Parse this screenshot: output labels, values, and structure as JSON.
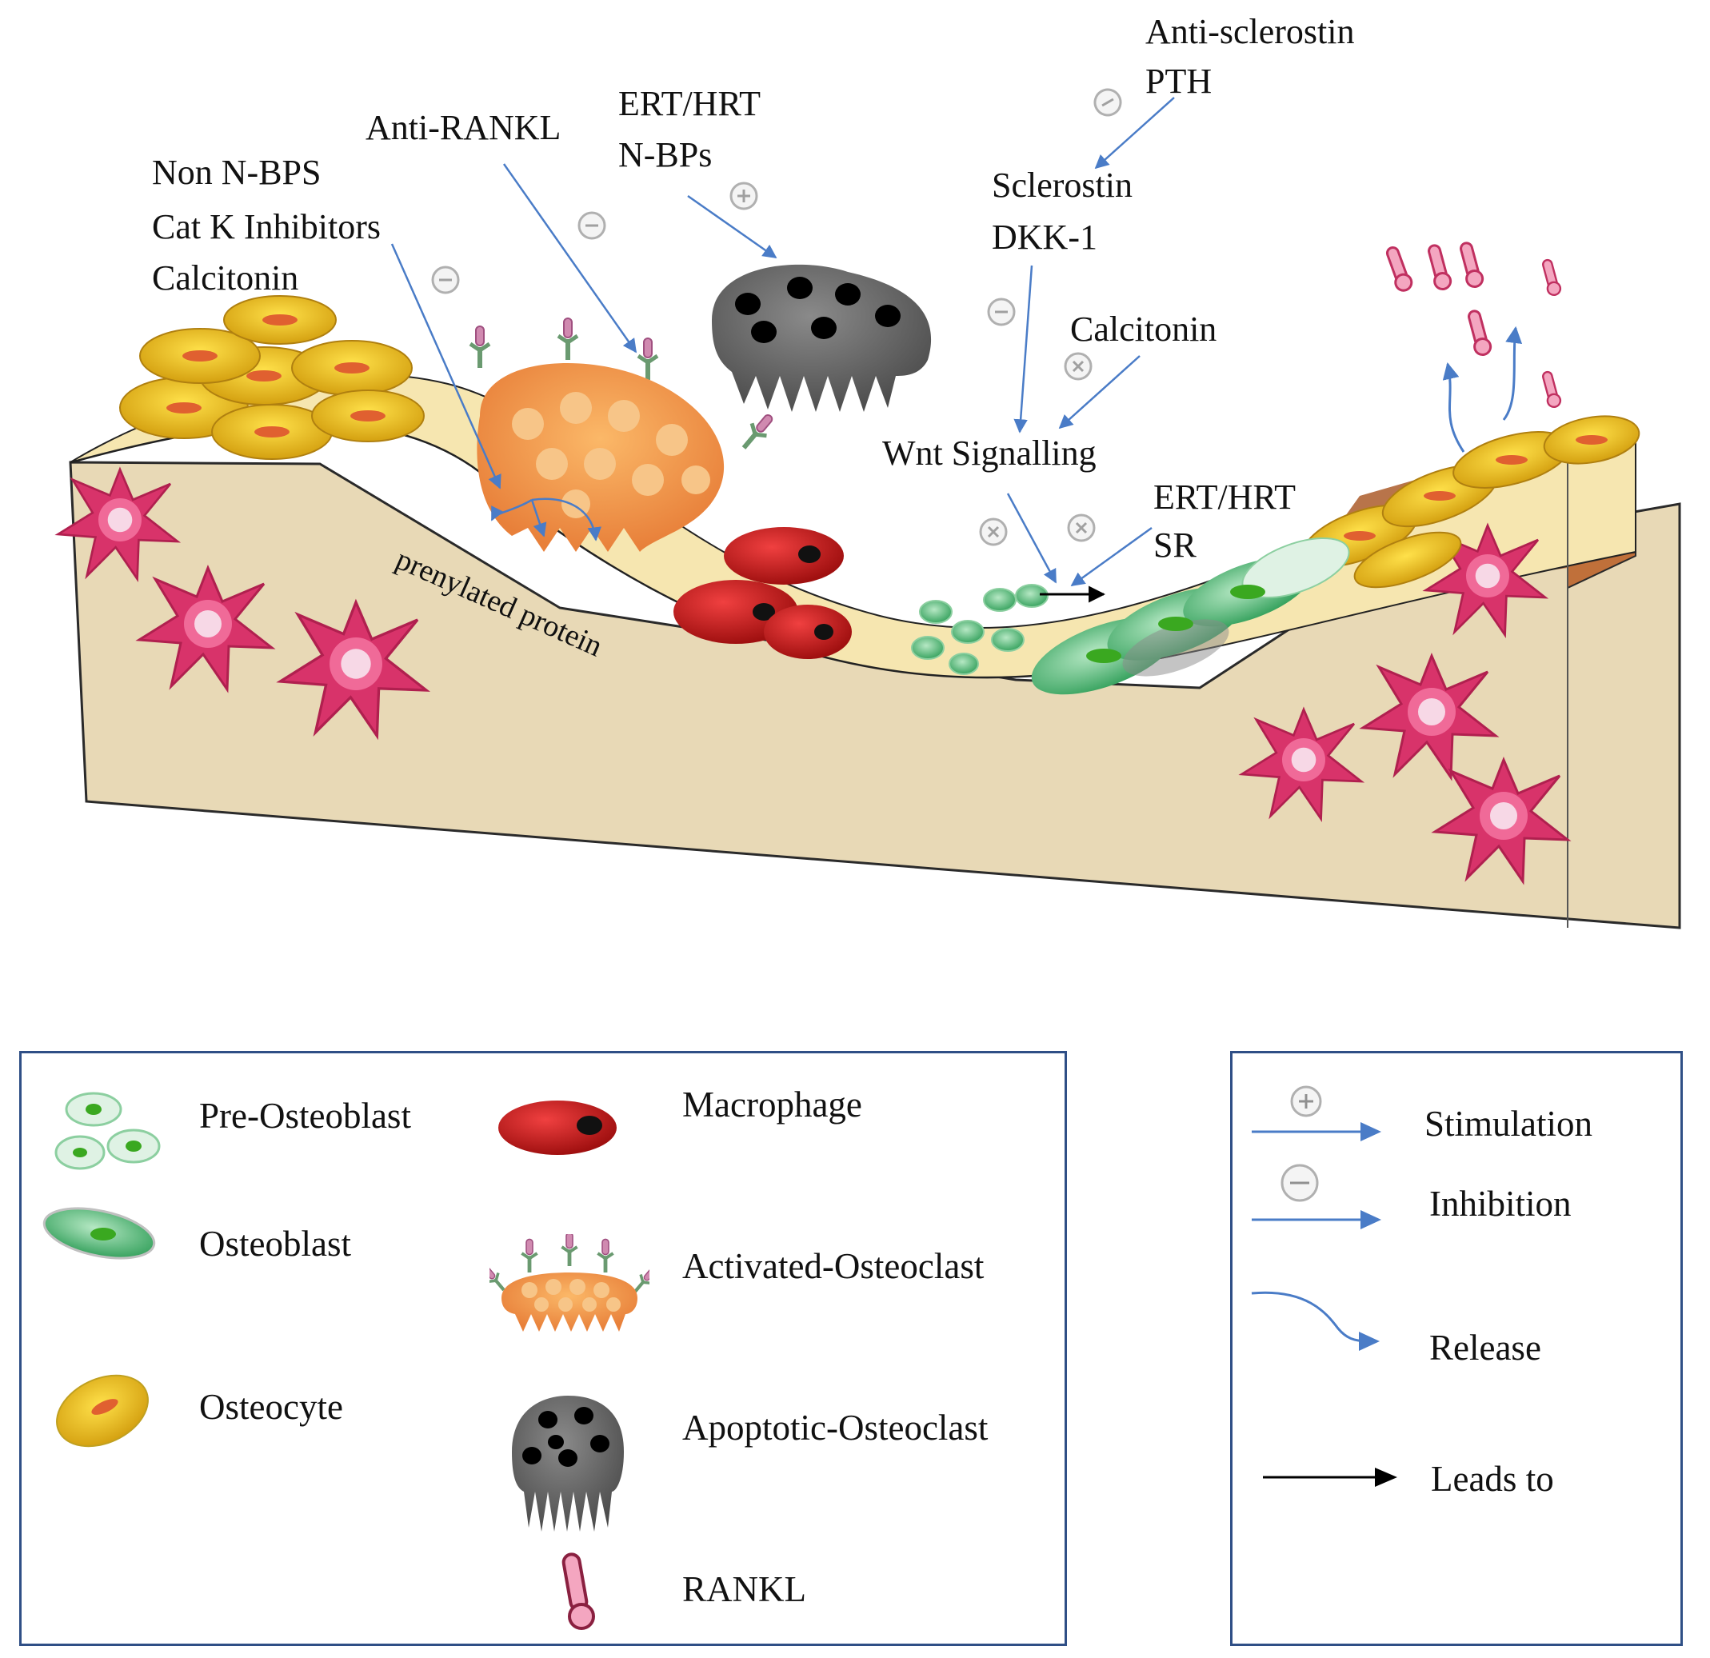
{
  "diagram": {
    "drug_labels": {
      "left_group": [
        "Non N-BPS",
        "Cat K Inhibitors",
        "Calcitonin"
      ],
      "anti_rankl": "Anti-RANKL",
      "ert_nbps": [
        "ERT/HRT",
        "N-BPs"
      ],
      "anti_sclerostin": [
        "Anti-sclerostin",
        "PTH"
      ],
      "sclerostin": [
        "Sclerostin",
        "DKK-1"
      ],
      "calcitonin_right": "Calcitonin",
      "wnt": "Wnt Signalling",
      "ert_sr": [
        "ERT/HRT",
        "SR"
      ],
      "prenylated": "prenylated protein"
    },
    "colors": {
      "arrow_blue": "#4a7cc7",
      "osteocyte_pink": "#d8336a",
      "osteoclast_orange": "#f0a050",
      "macrophage_red": "#c81c1c",
      "osteoblast_green": "#3aa860",
      "bone_tan": "#e8d9b6",
      "legend_border": "#2f4f86"
    }
  },
  "legend_cells": {
    "items": [
      {
        "label": "Pre-Osteoblast",
        "icon": "pre-osteoblast-icon"
      },
      {
        "label": "Osteoblast",
        "icon": "osteoblast-icon"
      },
      {
        "label": "Osteocyte",
        "icon": "osteocyte-icon"
      },
      {
        "label": "Macrophage",
        "icon": "macrophage-icon"
      },
      {
        "label": "Activated-Osteoclast",
        "icon": "activated-osteoclast-icon"
      },
      {
        "label": "Apoptotic-Osteoclast",
        "icon": "apoptotic-osteoclast-icon"
      },
      {
        "label": "RANKL",
        "icon": "rankl-icon"
      }
    ]
  },
  "legend_arrows": {
    "items": [
      {
        "label": "Stimulation",
        "icon": "stimulation-arrow-icon"
      },
      {
        "label": "Inhibition",
        "icon": "inhibition-arrow-icon"
      },
      {
        "label": "Release",
        "icon": "release-arrow-icon"
      },
      {
        "label": "Leads to",
        "icon": "leads-to-arrow-icon"
      }
    ]
  }
}
